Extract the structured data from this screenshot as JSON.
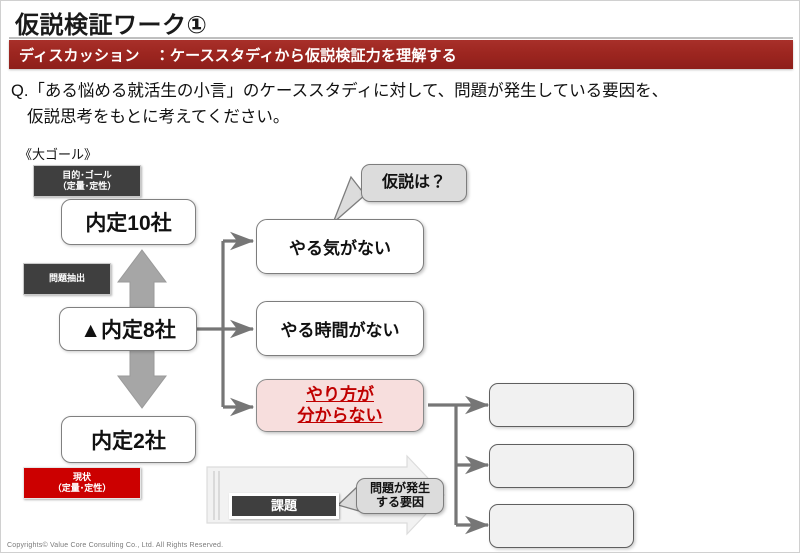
{
  "slide": {
    "title": "仮説検証ワーク①",
    "discussion_bar": "ディスカッション　：ケーススタディから仮説検証力を理解する",
    "question_line1": "Q.「ある悩める就活生の小言」のケーススタディに対して、問題が発生している要因を、",
    "question_line2": "仮説思考をもとに考えてください。",
    "footer": "Copyrights© Value Core Consulting Co., Ltd.  All Rights Reserved."
  },
  "colors": {
    "bar_red": "#9d2620",
    "status_red": "#cc0000",
    "dark_gray": "#3f3f3f",
    "highlight_pink": "#f7dedd",
    "highlight_text_red": "#c00000",
    "connector_gray": "#767676",
    "block_arrow_gray": "#a6a6a6"
  },
  "goal_column": {
    "caption": "《大ゴール》",
    "purpose_label_line1": "目的･ゴール",
    "purpose_label_line2": "（定量･定性）",
    "goal_box": "内定10社",
    "problem_label": "問題抽出",
    "current_box": "▲内定8社",
    "result_box": "内定2社",
    "status_label_line1": "現状",
    "status_label_line2": "（定量･定性）"
  },
  "reasons": [
    {
      "text": "やる気がない",
      "highlighted": false
    },
    {
      "text": "やる時間がない",
      "highlighted": false
    },
    {
      "text_line1": "やり方が",
      "text_line2": "分からない",
      "highlighted": true
    }
  ],
  "bubbles": {
    "hypothesis": "仮説は？",
    "cause_line1": "問題が発生",
    "cause_line2": "する要因"
  },
  "issue_band": {
    "label": "課題"
  },
  "answer_boxes": [
    {
      "text": ""
    },
    {
      "text": ""
    },
    {
      "text": ""
    }
  ]
}
